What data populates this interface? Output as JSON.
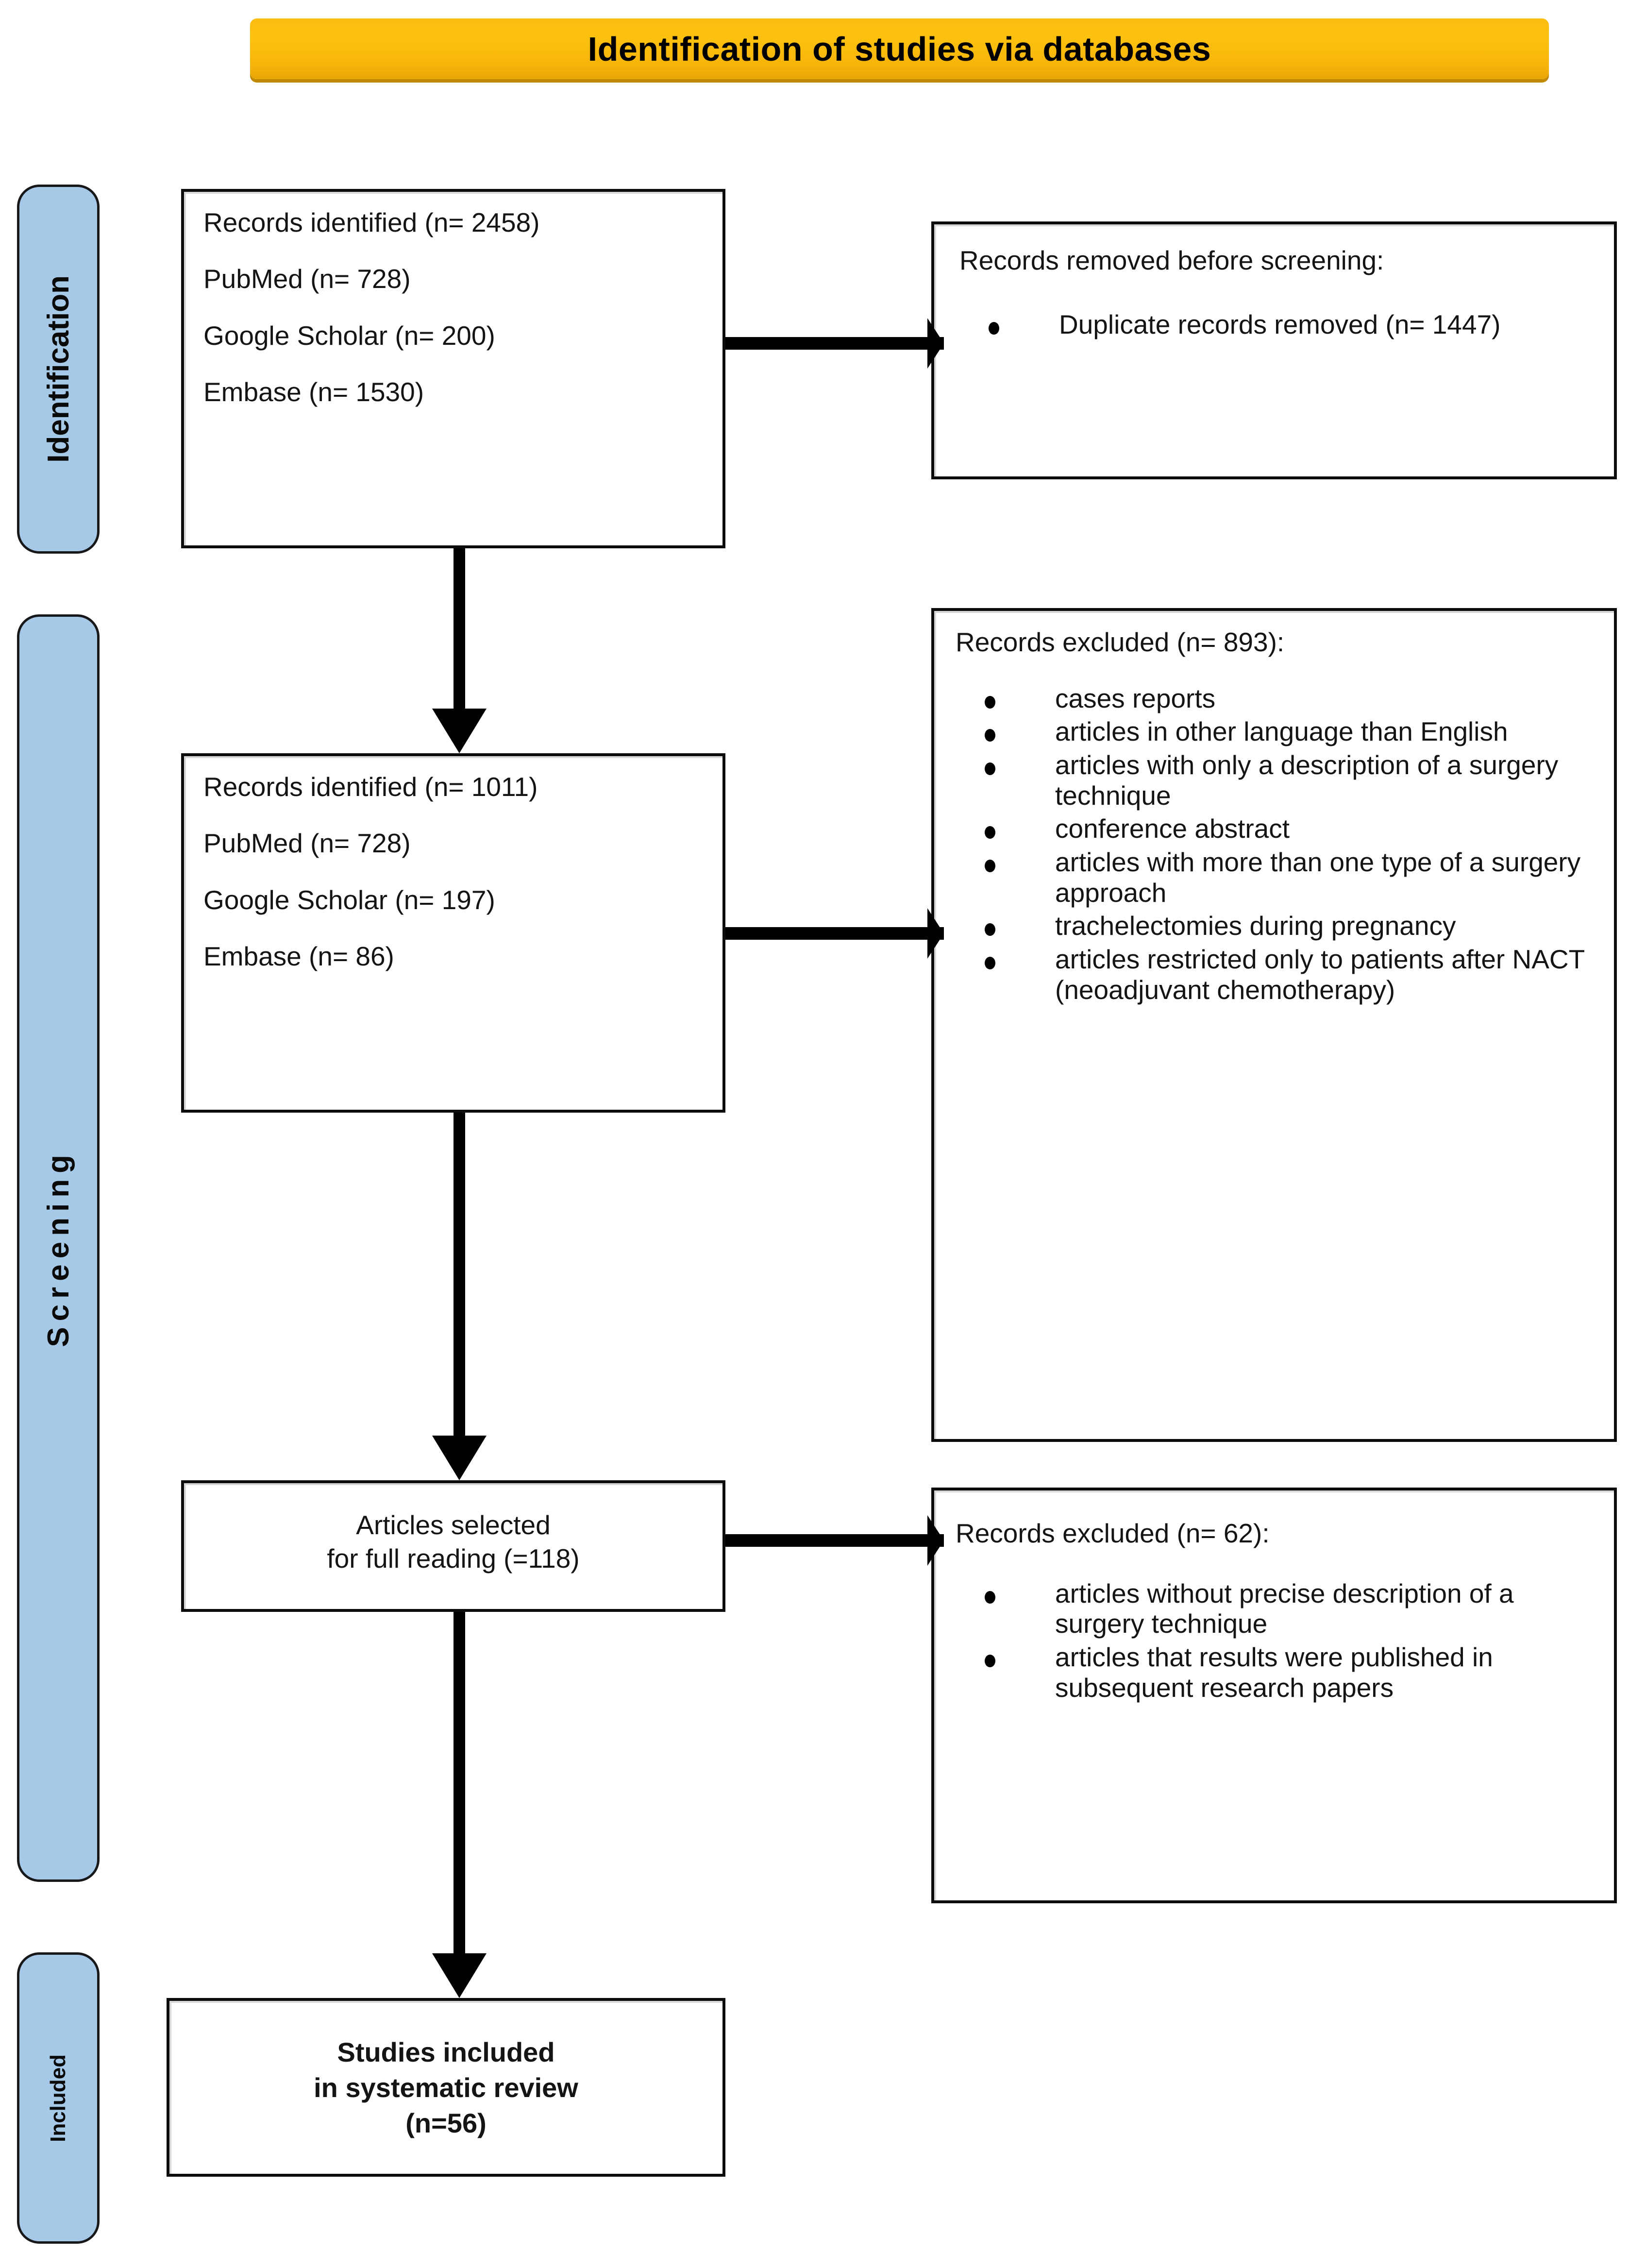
{
  "banner": {
    "title": "Identification of studies via databases",
    "color": "#FBBE10"
  },
  "rails": {
    "color": "#A7C9E8",
    "items": [
      {
        "id": "identification",
        "label": "Identification"
      },
      {
        "id": "screening",
        "label": "Screening"
      },
      {
        "id": "included",
        "label": "Included"
      }
    ]
  },
  "boxes": {
    "identified": {
      "lines": [
        "Records identified (n= 2458)",
        "PubMed (n= 728)",
        "Google Scholar (n= 200)",
        "Embase (n= 1530)"
      ]
    },
    "removed": {
      "heading": "Records removed before screening:",
      "bullets": [
        "Duplicate records removed (n= 1447)"
      ]
    },
    "screened": {
      "lines": [
        "Records identified (n= 1011)",
        "PubMed (n= 728)",
        "Google Scholar (n= 197)",
        "Embase (n= 86)"
      ]
    },
    "excluded_893": {
      "heading": "Records excluded (n= 893):",
      "bullets": [
        "cases reports",
        "articles in other language than English",
        "articles with only a description  of  a surgery technique",
        "conference abstract",
        "articles with more than one type of a surgery approach",
        "trachelectomies during pregnancy",
        "articles restricted only to patients after NACT (neoadjuvant chemotherapy)"
      ]
    },
    "selected": {
      "lines": [
        "Articles selected",
        "for full reading (=118)"
      ]
    },
    "excluded_62": {
      "heading": "Records excluded (n= 62):",
      "bullets": [
        "articles without precise description of a surgery technique",
        "articles that results were published in subsequent research papers"
      ]
    },
    "included": {
      "lines": [
        "Studies included",
        "in systematic review",
        "(n=56)"
      ]
    }
  },
  "chart_data": {
    "type": "diagram",
    "title": "Identification of studies via databases",
    "stages": [
      "Identification",
      "Screening",
      "Included"
    ],
    "nodes": [
      {
        "id": "identified",
        "stage": "Identification",
        "label": "Records identified",
        "n": 2458,
        "sources": [
          {
            "name": "PubMed",
            "n": 728
          },
          {
            "name": "Google Scholar",
            "n": 200
          },
          {
            "name": "Embase",
            "n": 1530
          }
        ]
      },
      {
        "id": "removed",
        "stage": "Identification",
        "label": "Records removed before screening",
        "n": 1447,
        "reasons": [
          {
            "reason": "Duplicate records removed",
            "n": 1447
          }
        ]
      },
      {
        "id": "screened",
        "stage": "Screening",
        "label": "Records identified",
        "n": 1011,
        "sources": [
          {
            "name": "PubMed",
            "n": 728
          },
          {
            "name": "Google Scholar",
            "n": 197
          },
          {
            "name": "Embase",
            "n": 86
          }
        ]
      },
      {
        "id": "excluded_893",
        "stage": "Screening",
        "label": "Records excluded",
        "n": 893
      },
      {
        "id": "selected",
        "stage": "Screening",
        "label": "Articles selected for full reading",
        "n": 118
      },
      {
        "id": "excluded_62",
        "stage": "Screening",
        "label": "Records excluded",
        "n": 62
      },
      {
        "id": "included",
        "stage": "Included",
        "label": "Studies included in systematic review",
        "n": 56
      }
    ],
    "edges": [
      {
        "from": "identified",
        "to": "removed",
        "direction": "right"
      },
      {
        "from": "identified",
        "to": "screened",
        "direction": "down"
      },
      {
        "from": "screened",
        "to": "excluded_893",
        "direction": "right"
      },
      {
        "from": "screened",
        "to": "selected",
        "direction": "down"
      },
      {
        "from": "selected",
        "to": "excluded_62",
        "direction": "right"
      },
      {
        "from": "selected",
        "to": "included",
        "direction": "down"
      }
    ]
  }
}
